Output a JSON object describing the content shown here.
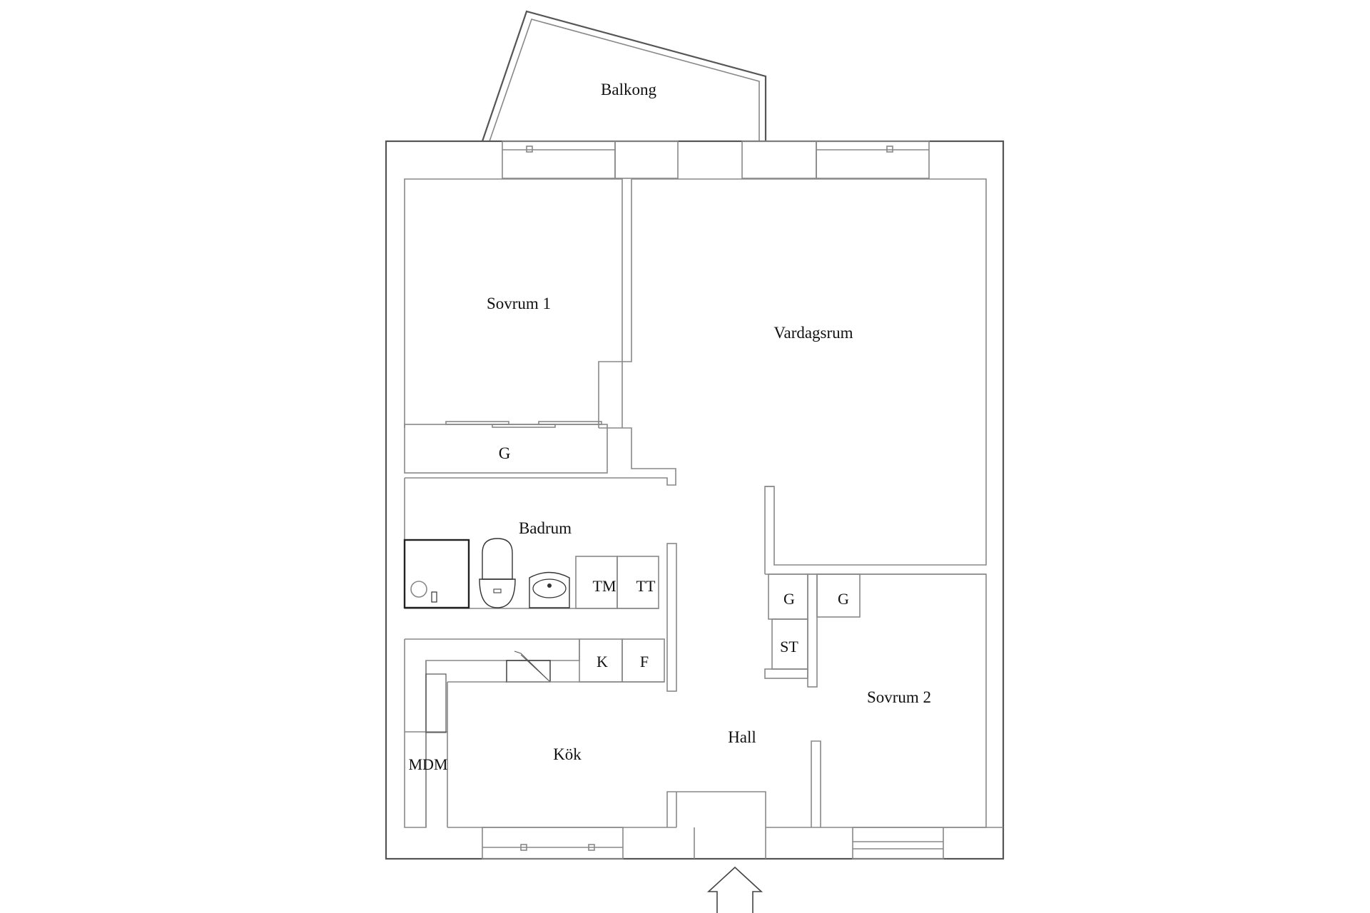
{
  "plan": {
    "rooms": {
      "balkong": "Balkong",
      "sovrum1": "Sovrum 1",
      "vardagsrum": "Vardagsrum",
      "garderob1": "G",
      "badrum": "Badrum",
      "tm": "TM",
      "tt": "TT",
      "kok": "Kök",
      "k": "K",
      "f": "F",
      "mdm": "MDM",
      "hall": "Hall",
      "garderob2": "G",
      "garderob3": "G",
      "st": "ST",
      "sovrum2": "Sovrum 2"
    },
    "colors": {
      "wall_outer": "#555555",
      "wall_inner": "#888888",
      "text": "#111111",
      "background": "#ffffff"
    }
  }
}
